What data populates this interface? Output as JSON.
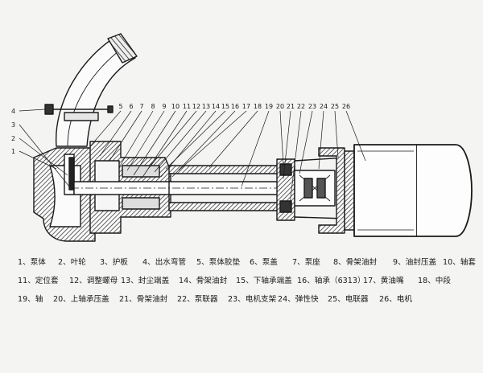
{
  "diagram": {
    "callouts": [
      "1",
      "2",
      "3",
      "4",
      "5",
      "6",
      "7",
      "8",
      "9",
      "10",
      "11",
      "12",
      "13",
      "14",
      "15",
      "16",
      "17",
      "18",
      "19",
      "20",
      "21",
      "22",
      "23",
      "24",
      "25",
      "26"
    ]
  },
  "legend": {
    "rows": [
      [
        "1、泵体",
        "2、叶轮",
        "3、护板",
        "4、出水弯管",
        "5、泵体胶垫",
        "6、泵盖",
        "7、泵座",
        "8、骨架油封",
        "9、油封压盖",
        "10、轴套"
      ],
      [
        "11、定位套",
        "12、调整螺母",
        "13、封尘端盖",
        "14、骨架油封",
        "15、下轴承端盖",
        "16、轴承（6313）",
        "17、黄油嘴",
        "18、中段"
      ],
      [
        "19、轴",
        "20、上轴承压盖",
        "21、骨架油封",
        "22、泵联器",
        "23、电机支架",
        "24、弹性快",
        "25、电联器",
        "26、电机"
      ]
    ]
  }
}
